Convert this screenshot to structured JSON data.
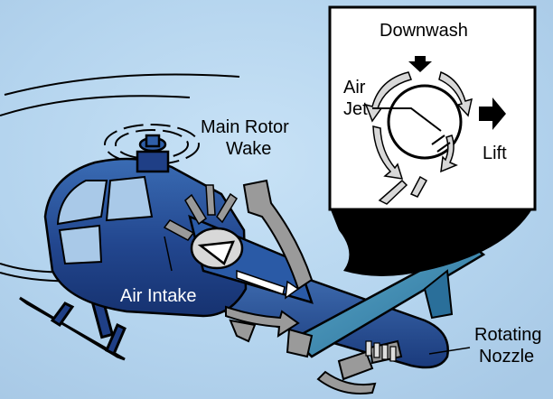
{
  "labels": {
    "main_rotor_wake_line1": "Main Rotor",
    "main_rotor_wake_line2": "Wake",
    "air_intake": "Air Intake",
    "rotating_nozzle_line1": "Rotating",
    "rotating_nozzle_line2": "Nozzle",
    "downwash": "Downwash",
    "air_jet_line1": "Air",
    "air_jet_line2": "Jet",
    "lift": "Lift"
  },
  "colors": {
    "sky": "#b8d8f0",
    "fuselage_dark": "#1f3f86",
    "fuselage_mid": "#2f5fa8",
    "fuselage_light": "#4e86c4",
    "tail_teal": "#3a8fb0",
    "flow_arrow": "#9a9a9a",
    "inset_bg": "#ffffff",
    "outline": "#000000"
  }
}
